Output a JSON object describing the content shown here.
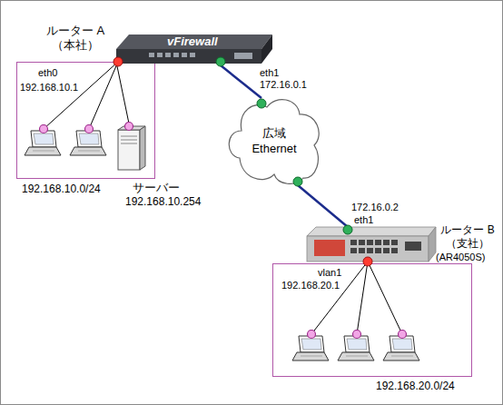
{
  "diagram": {
    "nodes": [
      {
        "text": [
          "ルーター A （本社）",
          "vFirewall"
        ]
      },
      {
        "text": [
          "サーバー",
          "192.168.10.254"
        ]
      },
      {
        "text": [
          "広域 Ethernet"
        ]
      },
      {
        "text": [
          "ルーター B （支社）",
          "(AR4050S)"
        ]
      }
    ],
    "edges": [
      {
        "from": 0,
        "to": 1,
        "arrow": "none"
      },
      {
        "from": 0,
        "to": 2,
        "arrow": "none"
      },
      {
        "from": 2,
        "to": 3,
        "arrow": "none"
      }
    ],
    "labels": [
      "eth0",
      "192.168.10.1",
      "eth1",
      "172.16.0.1",
      "192.168.10.0/24",
      "172.16.0.2",
      "eth1",
      "vlan1",
      "192.168.20.1",
      "192.168.20.0/24"
    ]
  }
}
